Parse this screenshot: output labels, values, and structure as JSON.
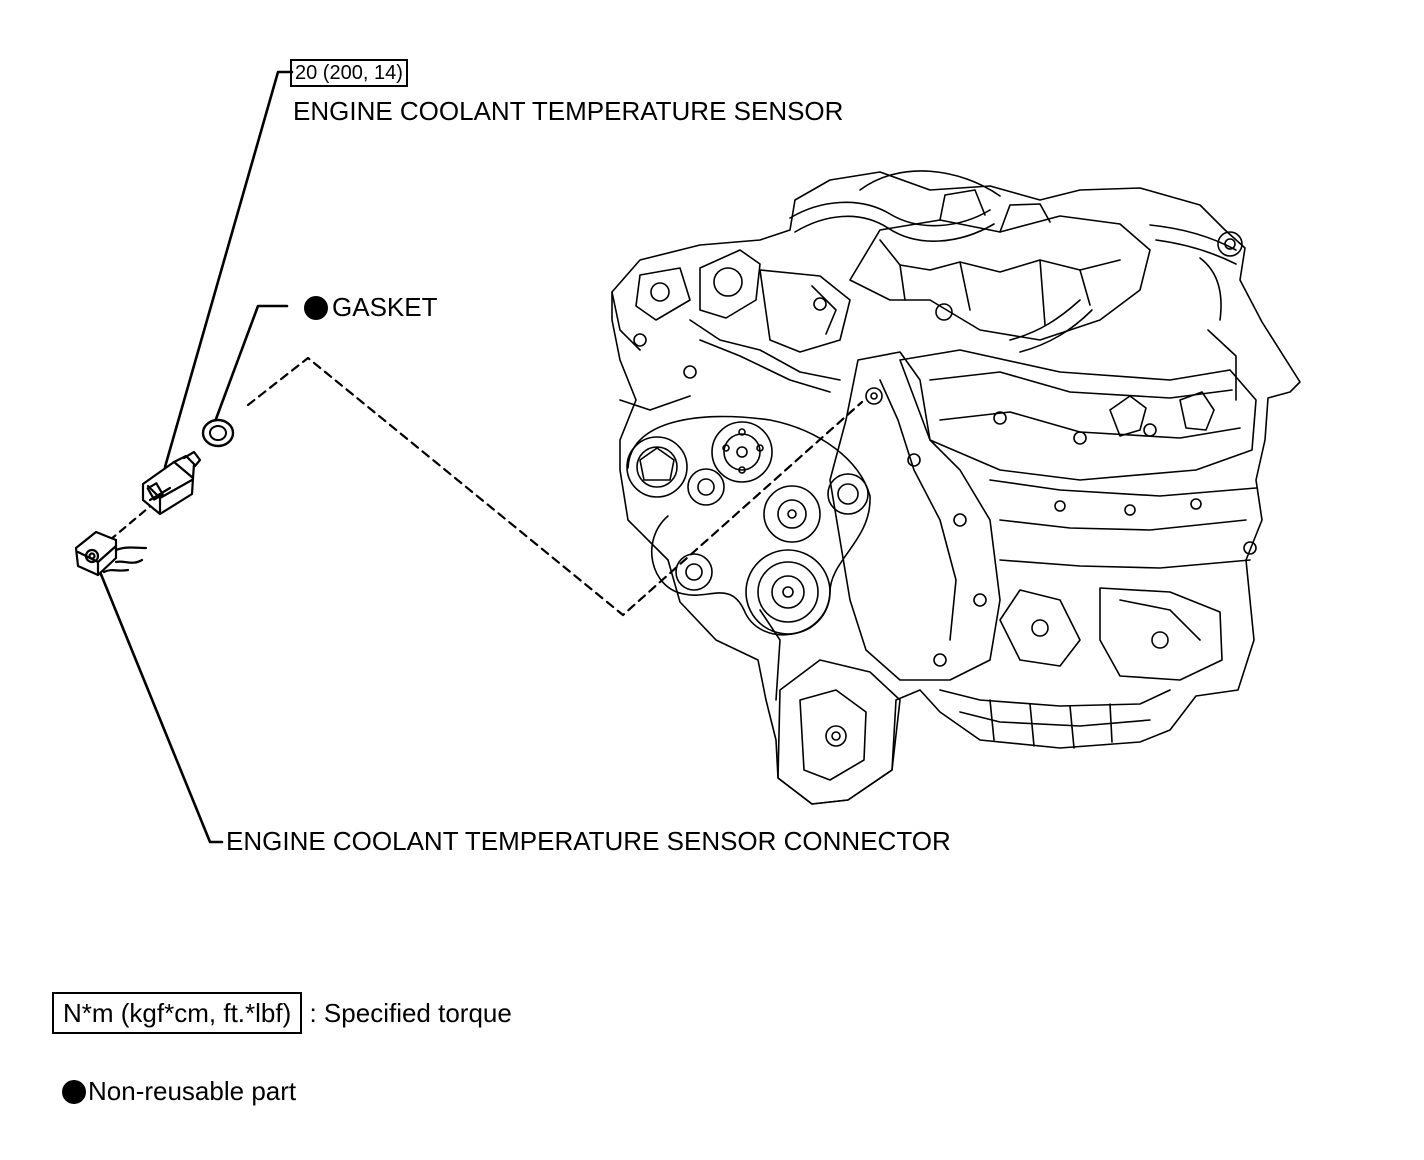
{
  "diagram": {
    "torque_value": "20 (200, 14)",
    "sensor_label": "ENGINE COOLANT TEMPERATURE SENSOR",
    "gasket_label": "GASKET",
    "connector_label": "ENGINE COOLANT TEMPERATURE SENSOR CONNECTOR",
    "icons": {
      "non_reusable": "filled-circle-icon",
      "engine": "engine-line-drawing",
      "sensor": "temperature-sensor-drawing",
      "gasket": "gasket-ring-drawing",
      "connector": "connector-plug-drawing"
    }
  },
  "legend": {
    "torque_unit": "N*m (kgf*cm, ft.*lbf)",
    "torque_desc": ": Specified torque",
    "nonreusable_desc": "Non-reusable part"
  },
  "colors": {
    "ink": "#000000",
    "paper": "#ffffff"
  }
}
